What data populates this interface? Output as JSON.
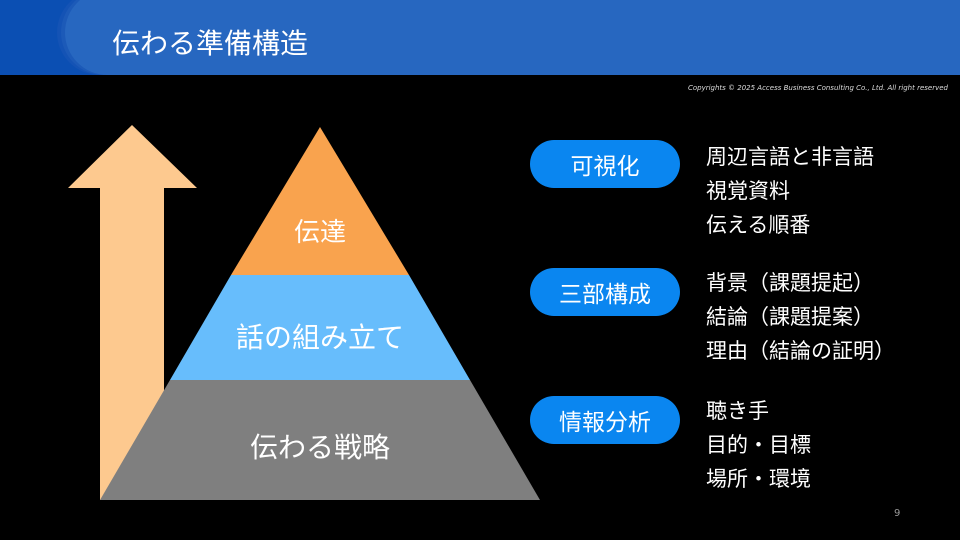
{
  "title": "伝わる準備構造",
  "copyright": "Copyrights © 2025 Access Business Consulting Co., Ltd. All right reserved",
  "page_number": "9",
  "pyramid": [
    "伝達",
    "話の組み立て",
    "伝わる戦略"
  ],
  "groups": [
    {
      "label": "可視化",
      "items": [
        "周辺言語と非言語",
        "視覚資料",
        "伝える順番"
      ]
    },
    {
      "label": "三部構成",
      "items": [
        "背景（課題提起）",
        "結論（課題提案）",
        "理由（結論の証明）"
      ]
    },
    {
      "label": "情報分析",
      "items": [
        "聴き手",
        "目的・目標",
        "場所・環境"
      ]
    }
  ],
  "colors": {
    "top": "#f9a34e",
    "mid": "#67bdfc",
    "bottom": "#7f7f7f",
    "arrow": "#fdc98f",
    "pill": "#0a86f0"
  }
}
